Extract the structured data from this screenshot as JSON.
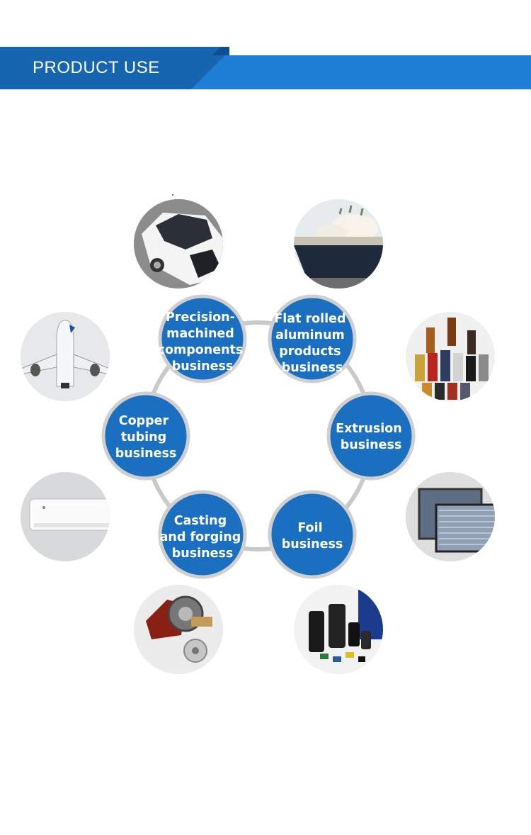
{
  "header": {
    "title": "PRODUCT USE"
  },
  "colors": {
    "banner_dark": "#1565b0",
    "banner_light": "#1e7fd6",
    "node_blue": "#1a6fc0",
    "ring": "#c9c9c9",
    "photo_bg": "#d6d6d6"
  },
  "businesses": [
    {
      "id": "precision",
      "lines": [
        "Precision-",
        "machined",
        "components",
        "business"
      ]
    },
    {
      "id": "flat-rolled",
      "lines": [
        "Flat rolled",
        "aluminum",
        "products",
        "business"
      ]
    },
    {
      "id": "extrusion",
      "lines": [
        "Extrusion",
        "business"
      ]
    },
    {
      "id": "foil",
      "lines": [
        "Foil",
        "business"
      ]
    },
    {
      "id": "casting",
      "lines": [
        "Casting",
        "and forging",
        "business"
      ]
    },
    {
      "id": "copper",
      "lines": [
        "Copper",
        "tubing",
        "business"
      ]
    }
  ],
  "applications": [
    {
      "id": "car",
      "icon": "car-icon"
    },
    {
      "id": "ship",
      "icon": "lng-ship-icon"
    },
    {
      "id": "airplane",
      "icon": "airplane-icon"
    },
    {
      "id": "cans",
      "icon": "beverage-cans-icon"
    },
    {
      "id": "air-conditioner",
      "icon": "air-conditioner-icon"
    },
    {
      "id": "radiator",
      "icon": "radiator-icon"
    },
    {
      "id": "turbo",
      "icon": "turbocharger-icon"
    },
    {
      "id": "capacitor",
      "icon": "capacitor-icon"
    }
  ]
}
